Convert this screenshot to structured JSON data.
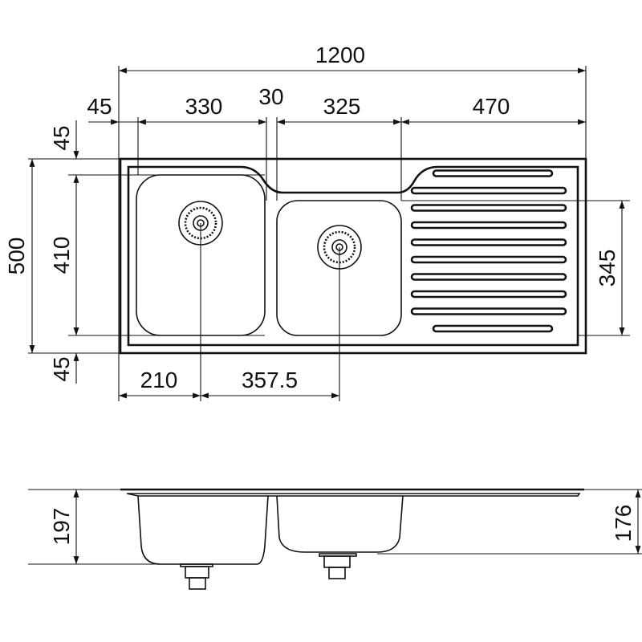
{
  "dimensions": {
    "overall_length": "1200",
    "left_margin": "45",
    "left_bowl_width": "330",
    "bowl_gap": "30",
    "right_bowl_width": "325",
    "drainer_width": "470",
    "overall_depth": "500",
    "bowl_depth": "410",
    "top_margin": "45",
    "bottom_margin": "45",
    "right_bowl_depth": "345",
    "left_drain_offset": "210",
    "drain_spacing": "357.5",
    "left_bowl_height": "197",
    "right_bowl_height": "176"
  },
  "colors": {
    "line": "#111111",
    "background": "#ffffff"
  }
}
